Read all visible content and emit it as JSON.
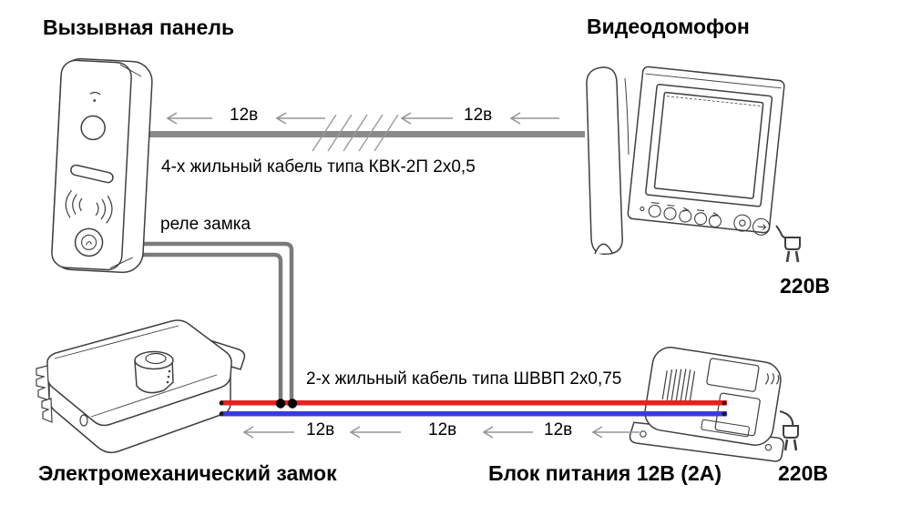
{
  "diagram": {
    "call_panel": {
      "title": "Вызывная панель"
    },
    "video_intercom": {
      "title": "Видеодомофон",
      "mains": "220В"
    },
    "lock": {
      "title": "Электромеханический замок"
    },
    "power_supply": {
      "title": "Блок питания 12В (2А)",
      "mains": "220В"
    },
    "top_cable": {
      "label": "4-х жильный кабель типа КВК-2П 2х0,5",
      "voltages": [
        "12в",
        "12в"
      ]
    },
    "relay": {
      "label": "реле замка"
    },
    "bottom_cable": {
      "label": "2-х жильный кабель типа ШВВП 2х0,75",
      "voltages": [
        "12в",
        "12в",
        "12в"
      ]
    },
    "colors": {
      "wire_red": "#e8211f",
      "wire_blue": "#3a3cd8",
      "cable_gray": "#8a8a8a",
      "arrow_gray": "#959595"
    }
  }
}
